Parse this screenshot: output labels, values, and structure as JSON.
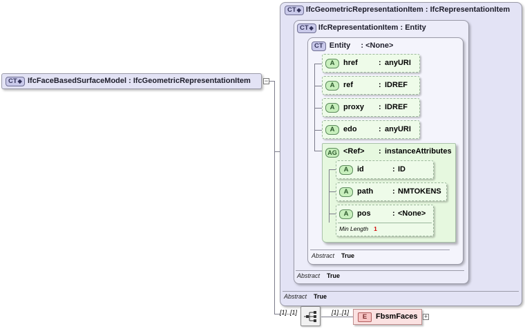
{
  "root": {
    "badge": "CT",
    "name": "IfcFaceBasedSurfaceModel",
    "type": "IfcGeometricRepresentationItem"
  },
  "outer": {
    "badge": "CT",
    "name": "IfcGeometricRepresentationItem",
    "type": "IfcRepresentationItem",
    "abstract_label": "Abstract",
    "abstract_value": "True"
  },
  "middle": {
    "badge": "CT",
    "name": "IfcRepresentationItem",
    "type": "Entity",
    "abstract_label": "Abstract",
    "abstract_value": "True"
  },
  "inner": {
    "badge": "CT",
    "name": "Entity",
    "type": "<None>",
    "abstract_label": "Abstract",
    "abstract_value": "True"
  },
  "attributes": [
    {
      "badge": "A",
      "name": "href",
      "type": "anyURI"
    },
    {
      "badge": "A",
      "name": "ref",
      "type": "IDREF"
    },
    {
      "badge": "A",
      "name": "proxy",
      "type": "IDREF"
    },
    {
      "badge": "A",
      "name": "edo",
      "type": "anyURI"
    }
  ],
  "attribute_group": {
    "badge": "AG",
    "name": "<Ref>",
    "type": "instanceAttributes",
    "attributes": [
      {
        "badge": "A",
        "name": "id",
        "type": "ID"
      },
      {
        "badge": "A",
        "name": "path",
        "type": "NMTOKENS"
      },
      {
        "badge": "A",
        "name": "pos",
        "type": "<None>",
        "min_length_label": "Min Length",
        "min_length_value": "1"
      }
    ]
  },
  "sequence": {
    "occurs_left": "[1]..[1]",
    "occurs_right": "[1]..[1]"
  },
  "element": {
    "badge": "E",
    "name": "FbsmFaces"
  },
  "icons": {
    "expand": "plus-sign",
    "collapse": "minus-sign",
    "sequence": "sequence-compositor-icon"
  },
  "colors": {
    "complex_type": "#e3e3f5",
    "attribute": "#eefbe9",
    "element": "#fbe2e2",
    "min_length_value": "#d40000"
  }
}
